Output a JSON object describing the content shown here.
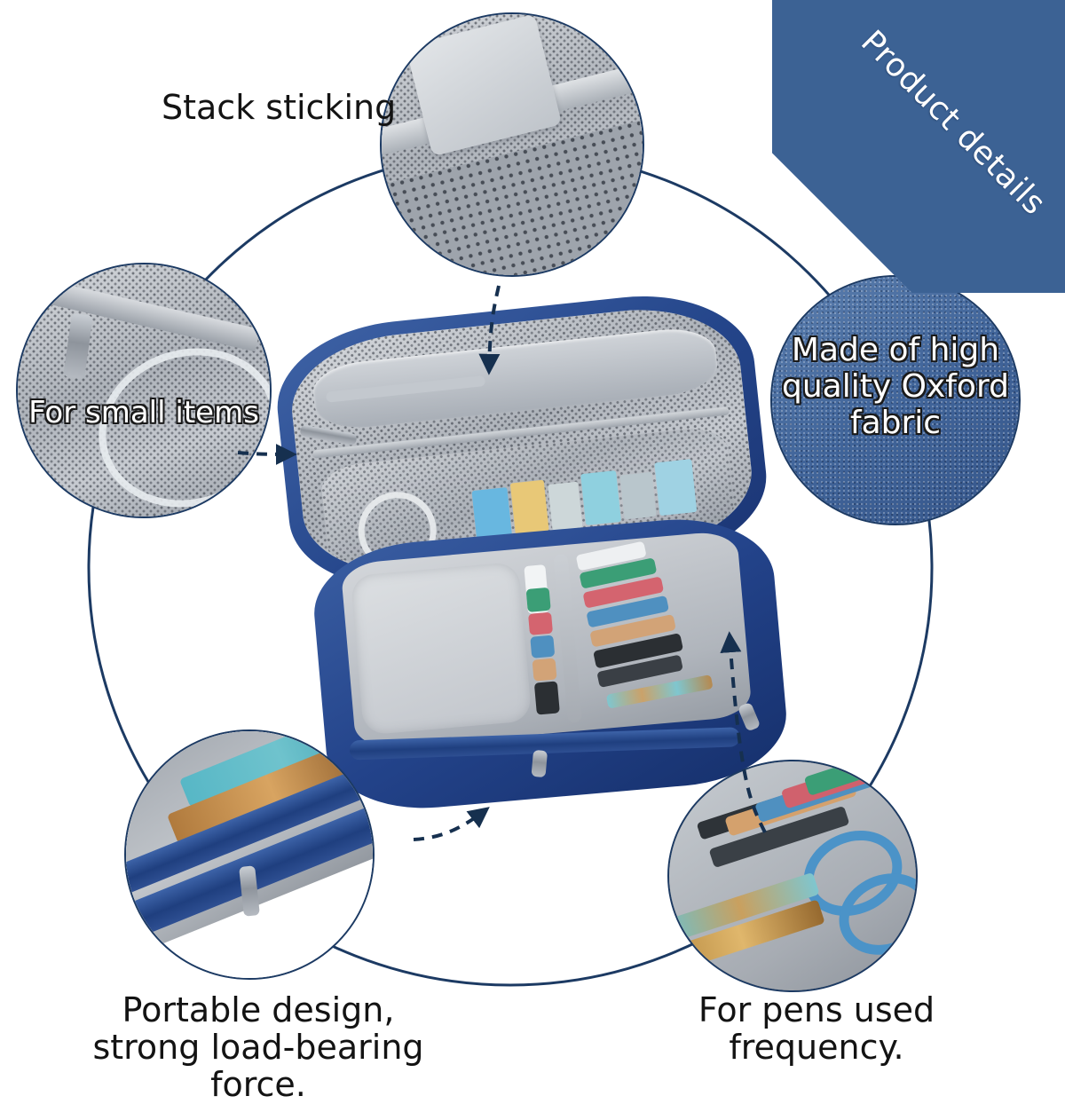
{
  "banner": {
    "text": "Product details",
    "color": "#3c6294"
  },
  "callouts": [
    {
      "id": "stack-sticking",
      "label": "Stack sticking",
      "caption_inside": false,
      "photo": "mesh-pocket-with-velcro-strap"
    },
    {
      "id": "small-items",
      "label": "For small items",
      "caption_inside": true,
      "photo": "mesh-pocket-zipper-pull"
    },
    {
      "id": "oxford-fabric",
      "label": "Made of high\nquality Oxford\nfabric",
      "caption_inside": true,
      "photo": "blue-denim-oxford-fabric"
    },
    {
      "id": "portable-design",
      "label": "Portable design,\nstrong load-bearing force.",
      "caption_inside": false,
      "photo": "blue-zipper-closeup-with-pencils"
    },
    {
      "id": "pens-frequency",
      "label": "For pens used\nfrequency.",
      "caption_inside": false,
      "photo": "pen-slots-with-scissors"
    }
  ],
  "product": {
    "name": "blue-oxford-pencil-case-open",
    "shell_color": "#2f5596",
    "lining_color": "#b7bcc2"
  },
  "colors": {
    "banner_blue": "#3c6294",
    "ring_navy": "#1c3a63",
    "case_blue": "#2f5596",
    "denim_blue": "#4a6d9e",
    "mesh_grey": "#b7bcc2",
    "text_black": "#131313"
  }
}
